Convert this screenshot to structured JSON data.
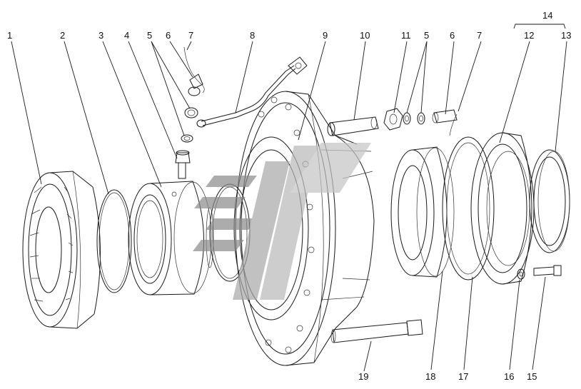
{
  "diagram": {
    "callouts": [
      {
        "id": "c1",
        "text": "1"
      },
      {
        "id": "c2",
        "text": "2"
      },
      {
        "id": "c3",
        "text": "3"
      },
      {
        "id": "c4",
        "text": "4"
      },
      {
        "id": "c5a",
        "text": "5"
      },
      {
        "id": "c6a",
        "text": "6"
      },
      {
        "id": "c7a",
        "text": "7"
      },
      {
        "id": "c8",
        "text": "8"
      },
      {
        "id": "c9",
        "text": "9"
      },
      {
        "id": "c10",
        "text": "10"
      },
      {
        "id": "c11",
        "text": "11"
      },
      {
        "id": "c5b",
        "text": "5"
      },
      {
        "id": "c6b",
        "text": "6"
      },
      {
        "id": "c7b",
        "text": "7"
      },
      {
        "id": "c14",
        "text": "14"
      },
      {
        "id": "c12",
        "text": "12"
      },
      {
        "id": "c13",
        "text": "13"
      },
      {
        "id": "c19",
        "text": "19"
      },
      {
        "id": "c18",
        "text": "18"
      },
      {
        "id": "c17",
        "text": "17"
      },
      {
        "id": "c16",
        "text": "16"
      },
      {
        "id": "c15",
        "text": "15"
      }
    ],
    "watermark_color": "#8a8a8a"
  }
}
